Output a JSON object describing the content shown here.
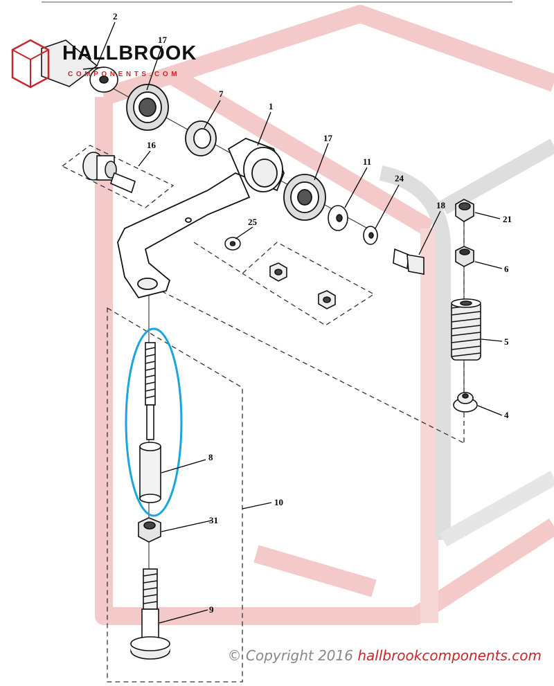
{
  "brand": {
    "name": "HALLBROOK",
    "sub": "COMPONENTS.COM",
    "accent": "#c7262b"
  },
  "callouts": [
    "2",
    "17",
    "7",
    "1",
    "16",
    "17",
    "11",
    "24",
    "18",
    "21",
    "25",
    "6",
    "5",
    "4",
    "8",
    "10",
    "31",
    "9"
  ],
  "copyright": {
    "symbol": "©",
    "text": "Copyright 2016",
    "site": "hallbrookcomponents.com"
  },
  "highlight": {
    "color": "#1aa5e0",
    "part": "8"
  }
}
